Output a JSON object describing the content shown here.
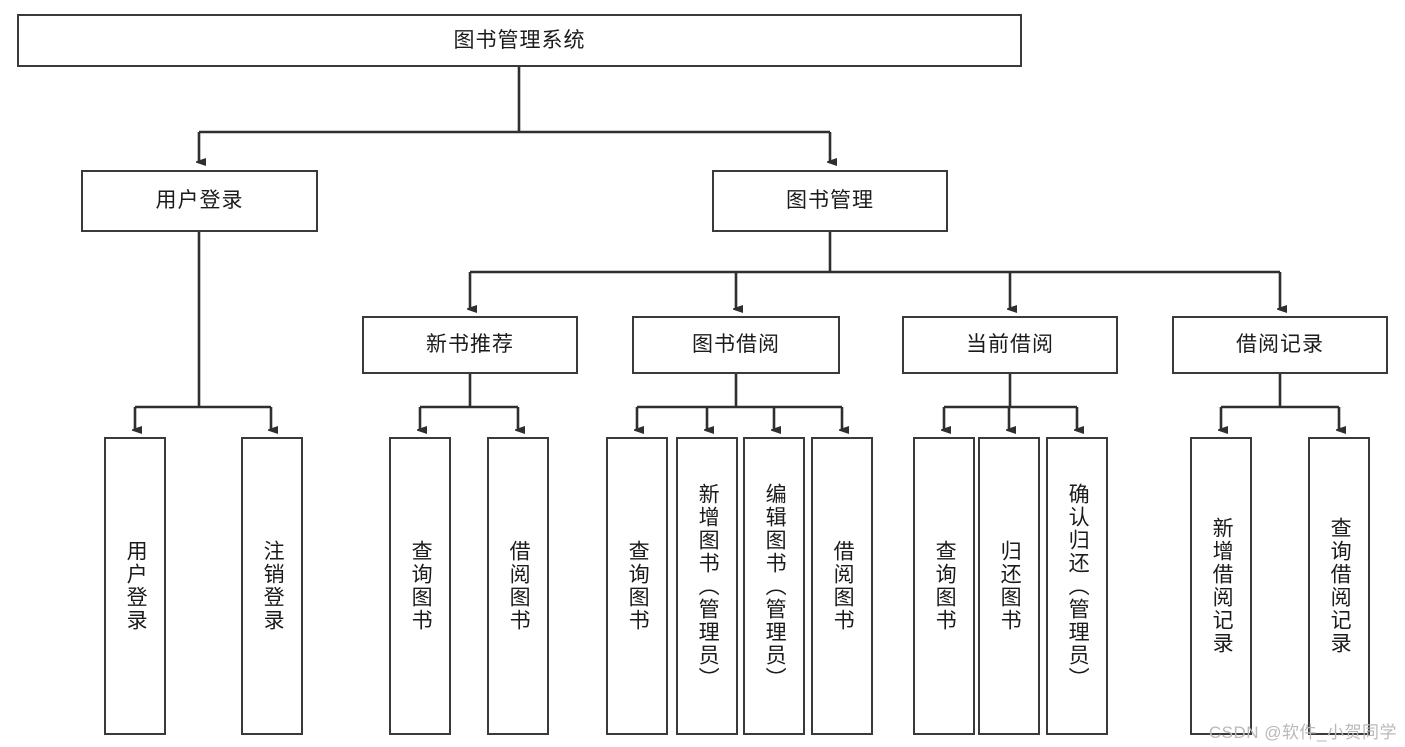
{
  "diagram": {
    "title": "图书管理系统",
    "type": "hierarchy-tree",
    "colors": {
      "box_border": "#3a3a3a",
      "box_fill": "#ffffff",
      "connector": "#2f2f2f",
      "text": "#1b1b1b",
      "watermark": "#b9b9b9",
      "background": "#ffffff"
    },
    "watermark": "CSDN @软件_小贺同学",
    "levels": {
      "root": {
        "label": "图书管理系统"
      },
      "level2": [
        {
          "label": "用户登录"
        },
        {
          "label": "图书管理"
        }
      ],
      "level3": [
        {
          "label": "新书推荐"
        },
        {
          "label": "图书借阅"
        },
        {
          "label": "当前借阅"
        },
        {
          "label": "借阅记录"
        }
      ],
      "leaves": [
        {
          "label": "用户登录",
          "parent": "用户登录"
        },
        {
          "label": "注销登录",
          "parent": "用户登录"
        },
        {
          "label": "查询图书",
          "parent": "新书推荐"
        },
        {
          "label": "借阅图书",
          "parent": "新书推荐"
        },
        {
          "label": "查询图书",
          "parent": "图书借阅"
        },
        {
          "label": "新增图书（管理员）",
          "parent": "图书借阅"
        },
        {
          "label": "编辑图书（管理员）",
          "parent": "图书借阅"
        },
        {
          "label": "借阅图书",
          "parent": "图书借阅"
        },
        {
          "label": "查询图书",
          "parent": "当前借阅"
        },
        {
          "label": "归还图书",
          "parent": "当前借阅"
        },
        {
          "label": "确认归还（管理员）",
          "parent": "当前借阅"
        },
        {
          "label": "新增借阅记录",
          "parent": "借阅记录"
        },
        {
          "label": "查询借阅记录",
          "parent": "借阅记录"
        }
      ]
    }
  }
}
